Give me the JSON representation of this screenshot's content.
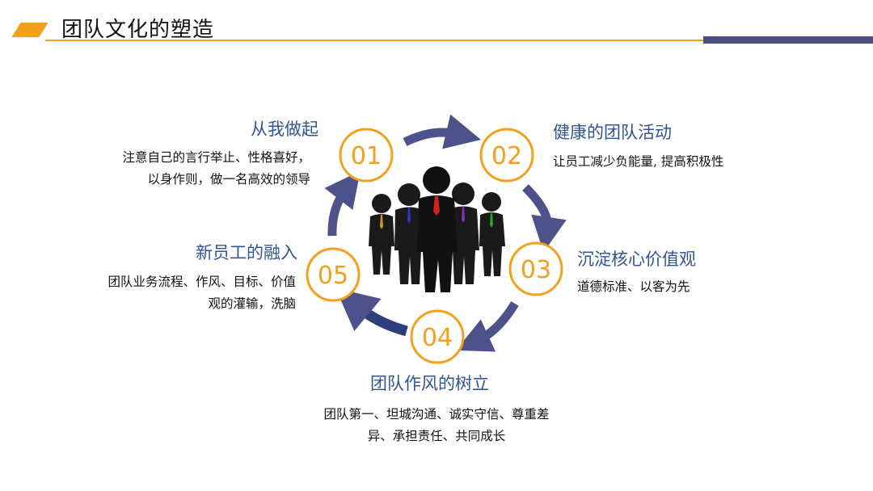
{
  "title": "团队文化的塑造",
  "colors": {
    "accent": "#f2a01e",
    "navy": "#4a4f80",
    "heading": "#2f5597",
    "arrow": "#4d528a"
  },
  "steps": [
    {
      "num": "01",
      "heading": "从我做起",
      "lines": [
        "注意自己的言行举止、性格喜好，",
        "以身作则，做一名高效的领导"
      ]
    },
    {
      "num": "02",
      "heading": "健康的团队活动",
      "lines": [
        "让员工减少负能量, 提高积极性"
      ]
    },
    {
      "num": "03",
      "heading": "沉淀核心价值观",
      "lines": [
        "道德标准、以客为先"
      ]
    },
    {
      "num": "04",
      "heading": "团队作风的树立",
      "lines": [
        "团队第一、坦城沟通、诚实守信、尊重差",
        "异、承担责任、共同成长"
      ]
    },
    {
      "num": "05",
      "heading": "新员工的融入",
      "lines": [
        "团队业务流程、作风、目标、价值",
        "观的灌输，洗脑"
      ]
    }
  ],
  "center_graphic": "team-of-businessmen-icon"
}
